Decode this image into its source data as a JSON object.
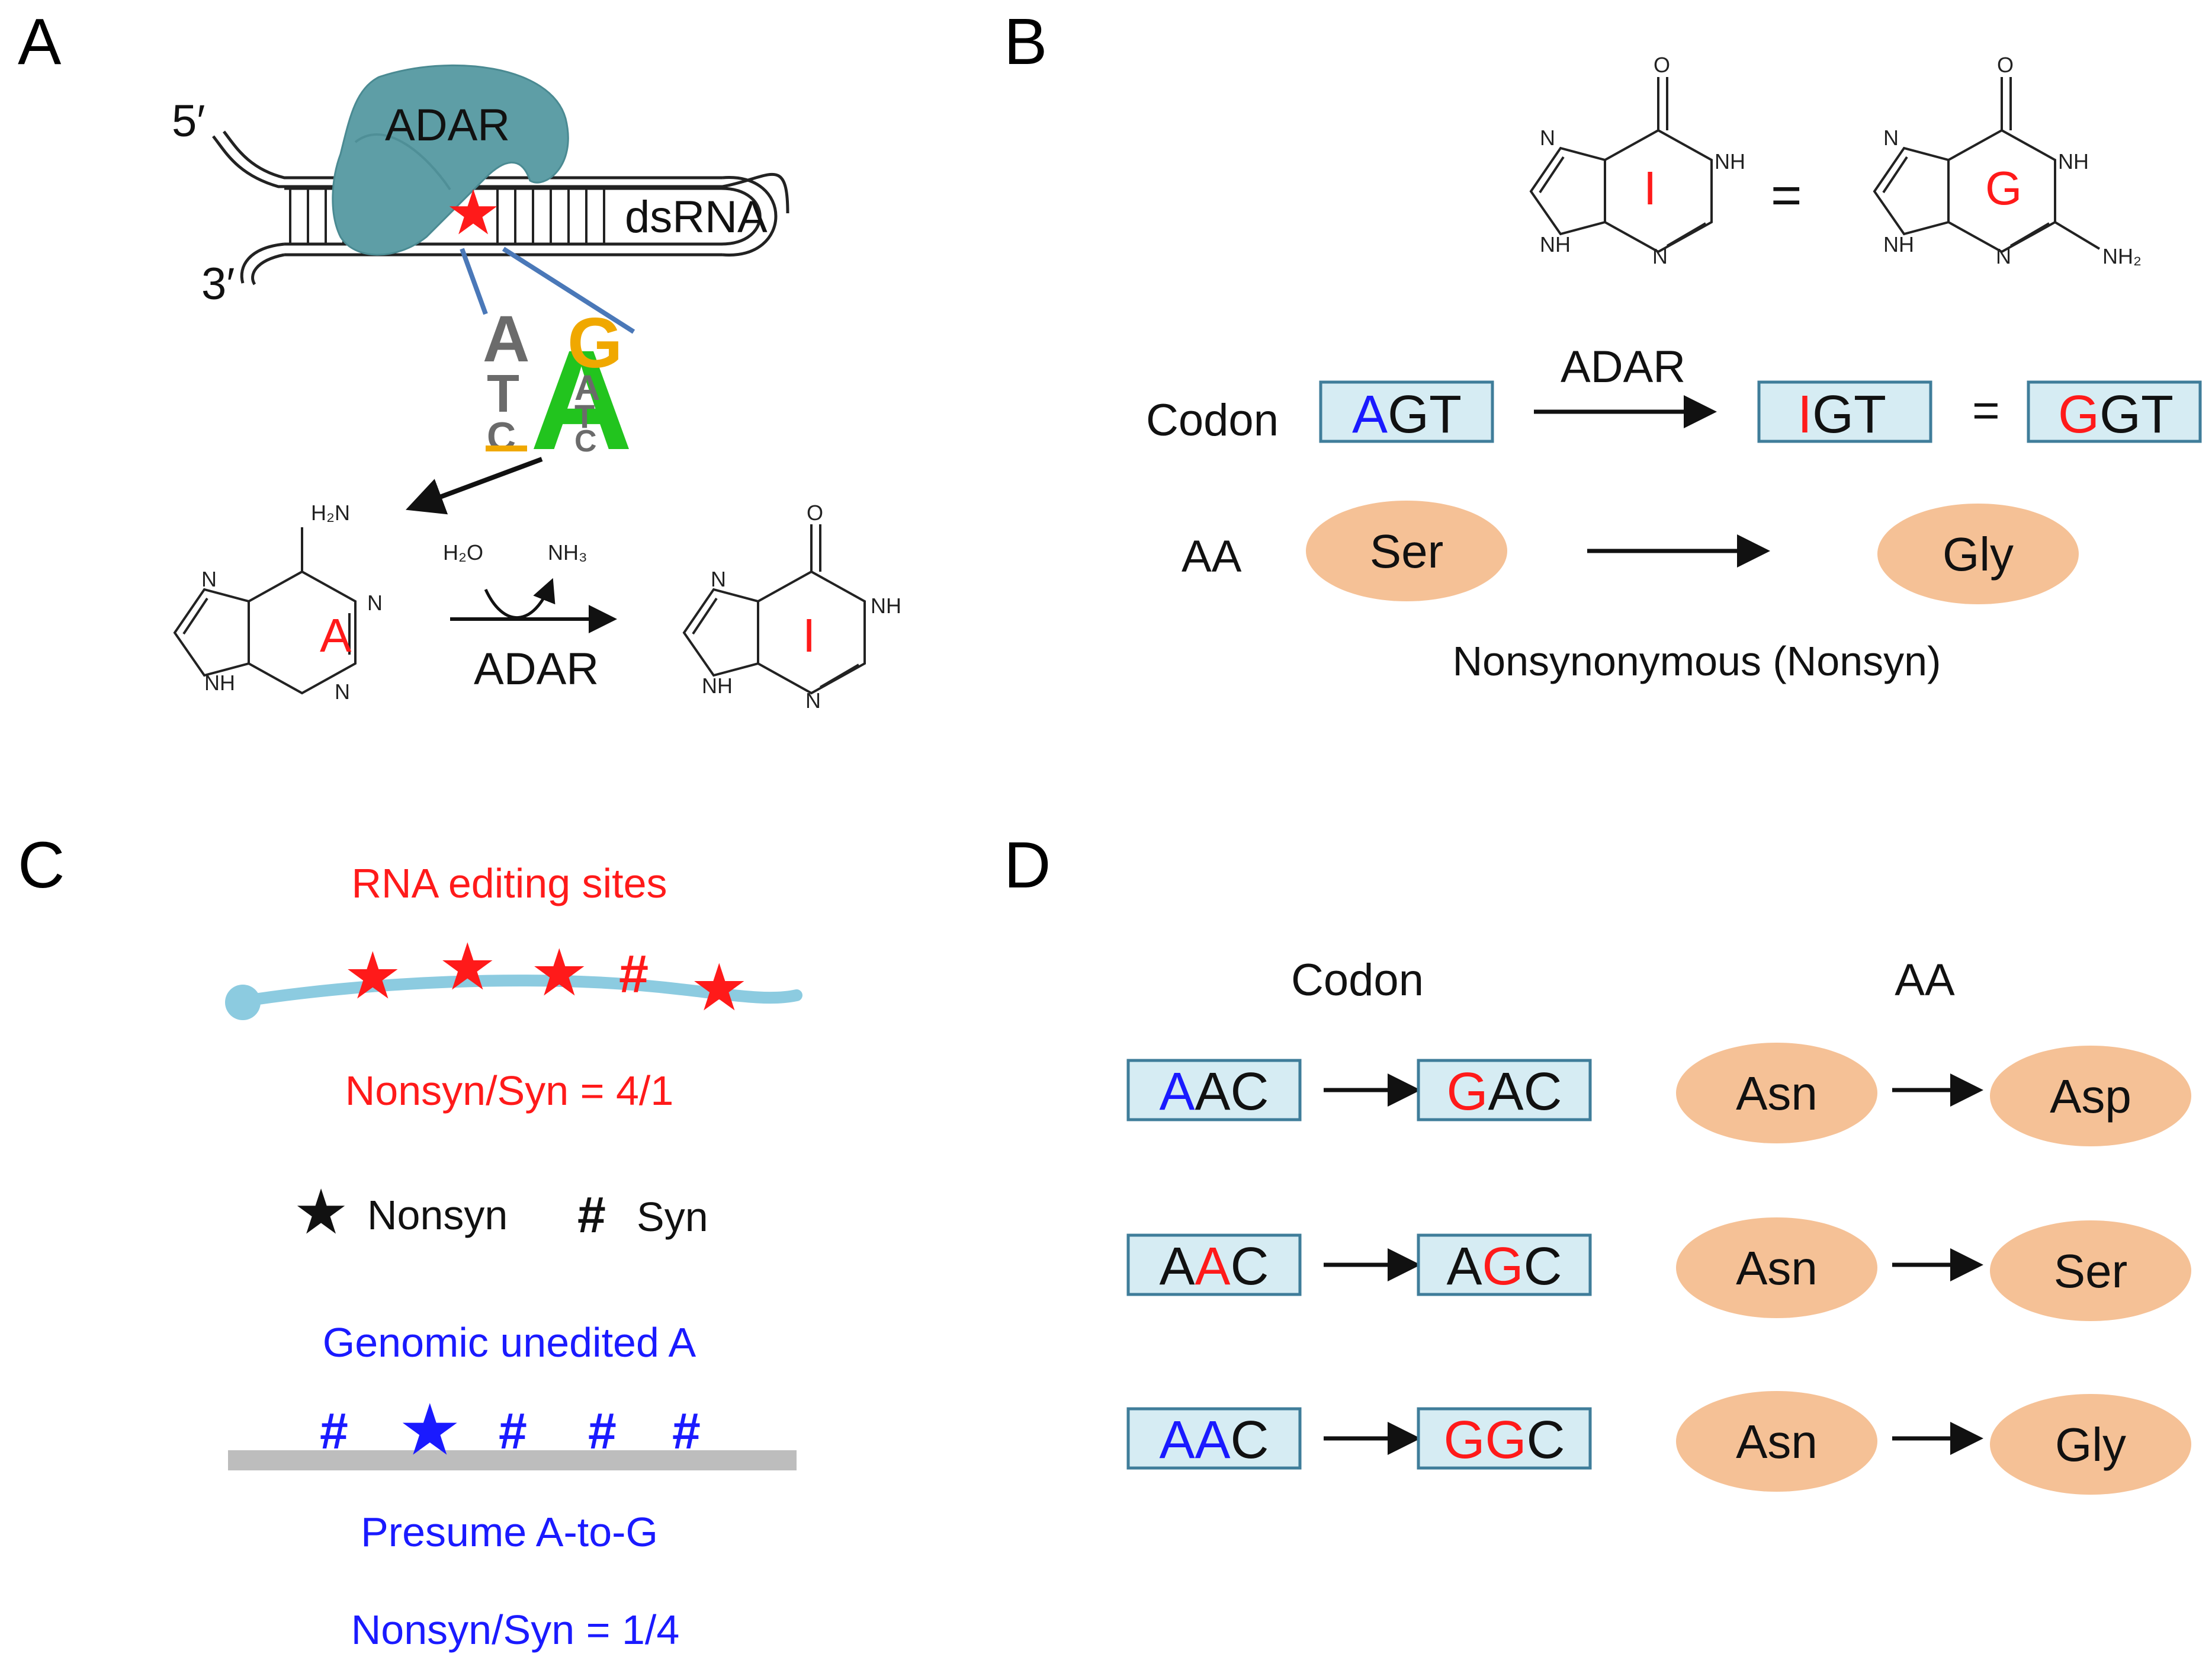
{
  "panels": {
    "a": {
      "letter": "A",
      "end5": "5′",
      "end3": "3′",
      "enzyme": "ADAR",
      "substrate": "dsRNA",
      "logo": {
        "left_col": [
          "A",
          "T",
          "C"
        ],
        "center": "A",
        "right_col": [
          "G",
          "A",
          "T",
          "C"
        ]
      },
      "reaction": {
        "reagent_in": "H₂O",
        "reagent_out": "NH₃",
        "enzyme": "ADAR",
        "left_base": "A",
        "right_base": "I",
        "amine": "H₂N",
        "oxo": "O"
      },
      "atoms": {
        "n": "N",
        "nh": "NH",
        "h": "H"
      }
    },
    "b": {
      "letter": "B",
      "inosine": "I",
      "guanosine": "G",
      "equals": "=",
      "nh2": "NH₂",
      "codon_label": "Codon",
      "aa_label": "AA",
      "enzyme": "ADAR",
      "codons": [
        {
          "first": "A",
          "rest": "GT",
          "color": "#1a1aff"
        },
        {
          "first": "I",
          "rest": "GT",
          "color": "#ff1a1a"
        },
        {
          "first": "G",
          "rest": "GT",
          "color": "#ff1a1a"
        }
      ],
      "aa_from": "Ser",
      "aa_to": "Gly",
      "caption": "Nonsynonymous (Nonsyn)"
    },
    "c": {
      "letter": "C",
      "edit_title": "RNA editing sites",
      "edit_marks": [
        "★",
        "★",
        "★",
        "#",
        "★"
      ],
      "edit_ratio": "Nonsyn/Syn = 4/1",
      "legend_star": "★",
      "legend_nonsyn": "Nonsyn",
      "legend_hash": "#",
      "legend_syn": "Syn",
      "genomic_title": "Genomic unedited A",
      "genomic_marks": [
        "#",
        "★",
        "#",
        "#",
        "#"
      ],
      "presume": "Presume A-to-G",
      "genomic_ratio": "Nonsyn/Syn = 1/4"
    },
    "d": {
      "letter": "D",
      "codon_header": "Codon",
      "aa_header": "AA",
      "rows": [
        {
          "from": [
            {
              "t": "A",
              "c": "#1a1aff"
            },
            {
              "t": "A",
              "c": "#111111"
            },
            {
              "t": "C",
              "c": "#111111"
            }
          ],
          "to": [
            {
              "t": "G",
              "c": "#ff1a1a"
            },
            {
              "t": "A",
              "c": "#111111"
            },
            {
              "t": "C",
              "c": "#111111"
            }
          ],
          "aa_from": "Asn",
          "aa_to": "Asp"
        },
        {
          "from": [
            {
              "t": "A",
              "c": "#111111"
            },
            {
              "t": "A",
              "c": "#ff1a1a"
            },
            {
              "t": "C",
              "c": "#111111"
            }
          ],
          "to": [
            {
              "t": "A",
              "c": "#111111"
            },
            {
              "t": "G",
              "c": "#ff1a1a"
            },
            {
              "t": "C",
              "c": "#111111"
            }
          ],
          "aa_from": "Asn",
          "aa_to": "Ser"
        },
        {
          "from": [
            {
              "t": "A",
              "c": "#1a1aff"
            },
            {
              "t": "A",
              "c": "#1a1aff"
            },
            {
              "t": "C",
              "c": "#111111"
            }
          ],
          "to": [
            {
              "t": "G",
              "c": "#ff1a1a"
            },
            {
              "t": "G",
              "c": "#ff1a1a"
            },
            {
              "t": "C",
              "c": "#111111"
            }
          ],
          "aa_from": "Asn",
          "aa_to": "Gly"
        }
      ]
    }
  },
  "colors": {
    "red": "#ff1a1a",
    "blue": "#1a1aff",
    "adar_teal": "#5e9ea6",
    "codon_box_fill": "#d6ecf3",
    "codon_box_stroke": "#3f7d9a",
    "aa_oval_fill": "#f5c196",
    "rna_strand": "#8ccbe0",
    "genome_bar": "#bdbdbd",
    "logo_green": "#22c41e",
    "logo_orange": "#f0a800",
    "logo_gray": "#6b6b6b"
  }
}
